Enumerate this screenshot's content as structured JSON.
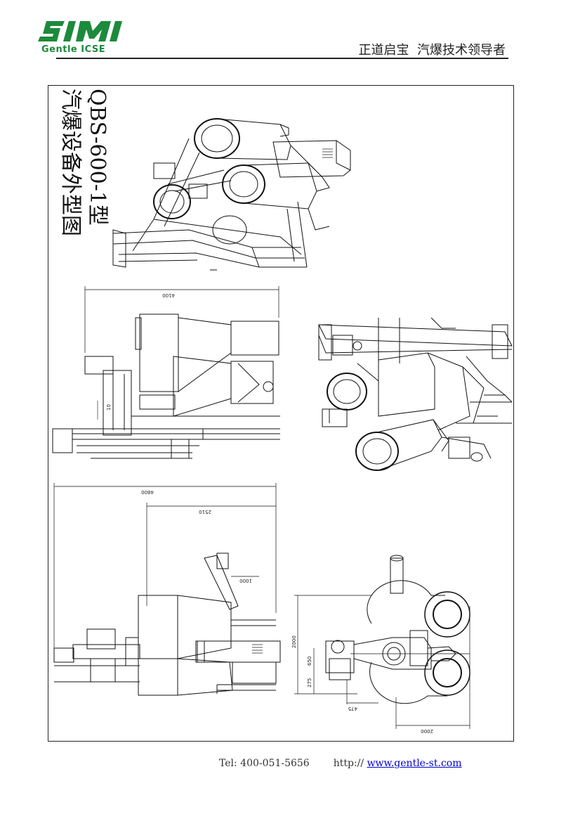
{
  "header": {
    "logo_text": "SIMI",
    "logo_sub": "Gentle ICSE",
    "slogan": "正道启宝  汽爆技术领导者",
    "colors": {
      "logo": "#1c8a3c"
    }
  },
  "drawing": {
    "title_line1": "QBS-600-1型",
    "title_line2": "汽爆设备外型图",
    "dims": {
      "top_width": "4100",
      "side_small": "10",
      "bottom_width": "4800",
      "bottom_inner": "2510",
      "bottom_arm": "1000",
      "right_height": "2000",
      "right_a": "650",
      "right_b": "275",
      "right_c": "475",
      "right_width": "2000"
    }
  },
  "footer": {
    "tel": "Tel: 400-051-5656",
    "http_label": "http://",
    "url": "www.gentle-st.com"
  }
}
